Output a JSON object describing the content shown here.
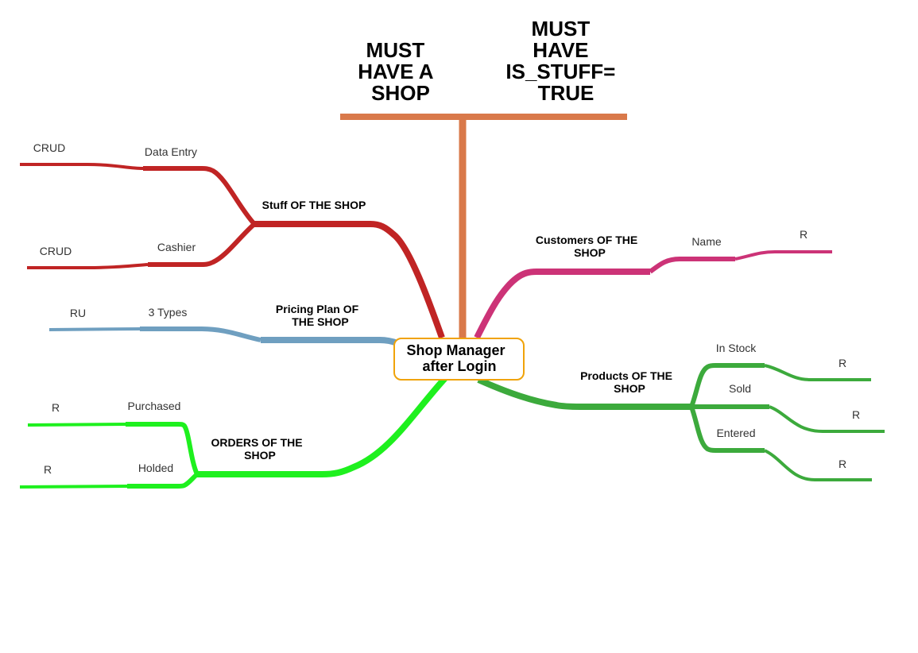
{
  "colors": {
    "stuff": "#c02424",
    "pricing": "#6f9fc0",
    "orders": "#1ef01e",
    "customers": "#cc3377",
    "products": "#3caa3c",
    "must": "#d9794a",
    "center_border": "#f0a30a"
  },
  "center": {
    "line1": "Shop  Manager",
    "line2": "after  Login"
  },
  "must": {
    "shop": [
      "MUST",
      "HAVE  A",
      "SHOP"
    ],
    "stuff": [
      "MUST",
      "HAVE",
      "IS_STUFF=",
      "TRUE"
    ]
  },
  "stuff": {
    "label": "Stuff OF THE SHOP",
    "data_entry": "Data Entry",
    "data_entry_crud": "CRUD",
    "cashier": "Cashier",
    "cashier_crud": "CRUD"
  },
  "pricing": {
    "label_line1": "Pricing  Plan  OF",
    "label_line2": "THE  SHOP",
    "types": "3 Types",
    "ru": "RU"
  },
  "orders": {
    "label_line1": "ORDERS  OF  THE",
    "label_line2": "SHOP",
    "purchased": "Purchased",
    "purchased_r": "R",
    "holded": "Holded",
    "holded_r": "R"
  },
  "customers": {
    "label_line1": "Customers  OF  THE",
    "label_line2": "SHOP",
    "name": "Name",
    "name_r": "R"
  },
  "products": {
    "label_line1": "Products  OF  THE",
    "label_line2": "SHOP",
    "in_stock": "In Stock",
    "in_stock_r": "R",
    "sold": "Sold",
    "sold_r": "R",
    "entered": "Entered",
    "entered_r": "R"
  }
}
